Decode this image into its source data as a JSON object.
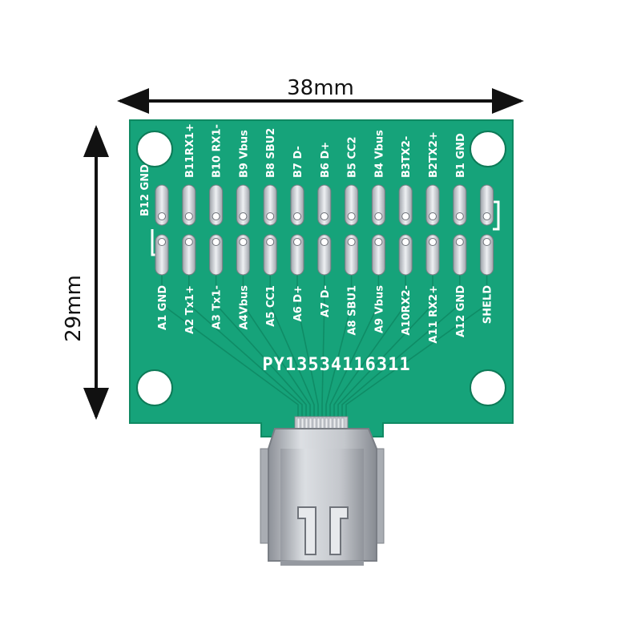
{
  "dimensions": {
    "width": "38mm",
    "height": "29mm"
  },
  "board_code": "PY13534116311",
  "top_pins": [
    "B12 GND",
    "B11RX1+",
    "B10 RX1-",
    "B9 Vbus",
    "B8 SBU2",
    "B7 D-",
    "B6 D+",
    "B5 CC2",
    "B4 Vbus",
    "B3TX2-",
    "B2TX2+",
    "B1 GND"
  ],
  "bottom_pins": [
    "A1 GND",
    "A2 Tx1+",
    "A3 Tx1-",
    "A4Vbus",
    "A5 CC1",
    "A6 D+",
    "A7 D-",
    "A8 SBU1",
    "A9 Vbus",
    "A10RX2-",
    "A11 RX2+",
    "A12 GND",
    "SHELD"
  ],
  "colors": {
    "board": "#16a37a",
    "board_edge": "#0f8a63",
    "silk": "#ffffff",
    "pad": "#c9ccd1",
    "connector": "#b9bcc2"
  }
}
